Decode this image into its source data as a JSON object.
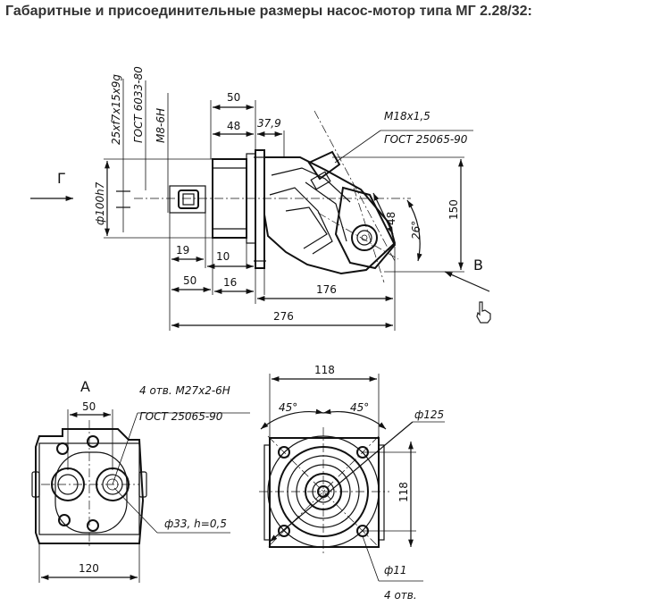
{
  "title": "Габаритные и присоединительные размеры насос-мотор типа МГ 2.28/32:",
  "side_view": {
    "view_arrow_g": "Г",
    "view_arrow_b": "B",
    "shaft_spline": "25хf7х15х9g",
    "shaft_standard": "ГОСТ 6033-80",
    "shaft_thread": "M8-6H",
    "dim_shaft_dia": "ф100h7",
    "dim_50_top": "50",
    "dim_48_top": "48",
    "dim_37_9": "37,9",
    "port_thread": "M18х1,5",
    "port_standard": "ГОСТ 25065-90",
    "dim_48_port": "48",
    "angle_26": "26°",
    "dim_150": "150",
    "dim_19": "19",
    "dim_10": "10",
    "dim_50_bottom": "50",
    "dim_16": "16",
    "dim_176": "176",
    "dim_276": "276"
  },
  "view_a": {
    "view_letter": "A",
    "dim_50": "50",
    "holes_note": "4 отв. M27х2-6H",
    "holes_standard": "ГОСТ 25065-90",
    "dim_phi33": "ф33, h=0,5",
    "dim_120": "120"
  },
  "front_view": {
    "dim_118_top": "118",
    "angle_45_left": "45°",
    "angle_45_right": "45°",
    "dim_phi125": "ф125",
    "dim_118_side": "118",
    "dim_phi11": "ф11",
    "holes_count": "4 отв."
  }
}
